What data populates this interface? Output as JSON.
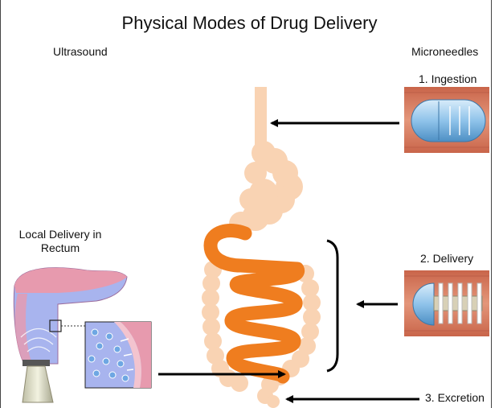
{
  "title": "Physical Modes of Drug Delivery",
  "left_heading": "Ultrasound",
  "right_heading": "Microneedles",
  "steps": [
    {
      "label": "1. Ingestion"
    },
    {
      "label": "2. Delivery"
    },
    {
      "label": "3. Excretion"
    }
  ],
  "local_delivery": {
    "line1": "Local Delivery in",
    "line2": "Rectum"
  },
  "colors": {
    "stomach": "#f9d3b3",
    "intestine": "#ef7d1f",
    "colon": "#f9d3b3",
    "tissue": "#d7785a",
    "capsule": "#a9d2ef",
    "rectum_pink": "#e79aae",
    "rectum_blue": "#a8b4ee",
    "arrow": "#000000"
  }
}
